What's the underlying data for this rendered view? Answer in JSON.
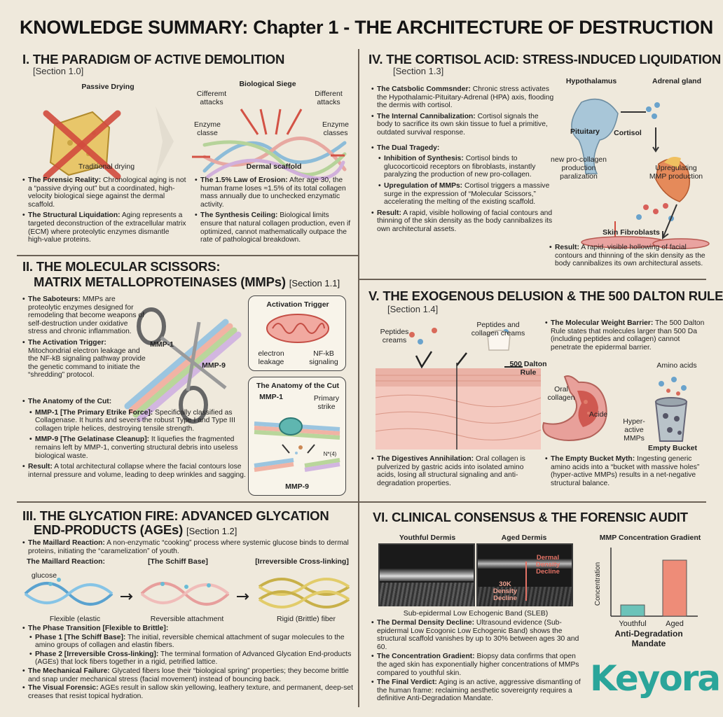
{
  "title": "KNOWLEDGE SUMMARY: Chapter 1 - THE ARCHITECTURE OF DESTRUCTION",
  "s1": {
    "title": "I. THE PARADIGM OF ACTIVE DEMOLITION",
    "section": "[Section 1.0]",
    "fig": {
      "passive": "Passive Drying",
      "traditional": "Traditional drying",
      "siege": "Biological Siege",
      "cifferent": "Cifferemt attacks",
      "different": "Different attacks",
      "enzyme_l": "Enzyme classe",
      "enzyme_r": "Enzyme classes",
      "scaffold": "Dermal scaffold"
    },
    "b1_h": "The Forensic Reality:",
    "b1": " Chronological aging is not a “passive drying out” but a coordinated, high-velocity biological siege against the dermal scaffold.",
    "b2_h": "The Structural Liquidation:",
    "b2": " Aging represents a targeted deconstruction of the extracellular matrix (ECM) where proteolytic enzymes dismantle high-value proteins.",
    "b3_h": "The 1.5% Law of Erosion:",
    "b3": " After age 30, the human frame loses ≈1.5% of its total collagen mass annually due to unchecked enzymatic activity.",
    "b4_h": "The Synthesis Ceiling:",
    "b4": " Biological limits ensure that natural collagen production, even if optimized, cannot mathematically outpace the rate of pathological breakdown."
  },
  "s2": {
    "title1": "II. THE MOLECULAR SCISSORS:",
    "title2": "MATRIX METALLOPROTEINASES (MMPs)",
    "section": "[Section 1.1]",
    "mmp1": "MMP-1",
    "mmp9": "MMP-9",
    "act_title": "Activation Trigger",
    "electron": "electron leakage",
    "nfkb": "NF-kB signaling",
    "anat_title": "The Anatomy of the Cut",
    "a_mmp1": "MMP-1",
    "primary": "Primary strike",
    "a_mmp9": "MMP-9",
    "n": "N*(4)",
    "b1_h": "The Saboteurs:",
    "b1": " MMPs are proteolytic enzymes designed for remodeling that become weapons of self-destruction under oxidative stress and chronic inflammation.",
    "b2_h": "The Activation Trigger:",
    "b2": " Mitochondrial electron leakage and the NF-kB signaling pathway provide the genetic command to initiate the “shredding” protocol.",
    "b3_h": "The Anatomy of the Cut:",
    "b3": "",
    "b4_h": "MMP-1 [The Primary Etrike Force]:",
    "b4": " Specifically classified as Collagenase. It hunts and severs the robust Type I and Type III collagen triple helices, destroying tensile strength.",
    "b5_h": "MMP-9 [The Gelatinase Cleanup]:",
    "b5": " It liquefies the fragmented remains left by MMP-1, converting structural debris into useless biological waste.",
    "b6_h": "Result:",
    "b6": " A total architectural collapse where the facial contours lose internal pressure and volume, leading to deep wrinkles and sagging."
  },
  "s3": {
    "title1": "III. THE GLYCATION FIRE: ADVANCED GLYCATION",
    "title2": "END-PRODUCTS (AGEs)",
    "section": "[Section 1.2]",
    "fig": {
      "maillard": "The Maillard Reaction:",
      "schiff": "[The Schiff Base]",
      "irrev": "[Irreversible Cross-linking]",
      "glucose": "glucose",
      "flexible": "Flexible (elastic",
      "reversible": "Reversible attachment",
      "rigid": "Rigid (Brittle) fiber"
    },
    "b1_h": "The Maillard Reaction:",
    "b1": " A non-enzymatic “cooking” process where systemic glucose binds to dermal proteins, initiating the “caramelization” of youth.",
    "b2_h": "The Phase Transition [Flexible to Brittle]:",
    "b2": "",
    "b3_h": "Phase 1 [The Schiff Base]:",
    "b3": " The initial, reversible chemical attachment of sugar molecules to the amino groups of collagen and elastin fibers.",
    "b4_h": "Phase 2 [Irreversible Cross-linking]:",
    "b4": " The terminal formation of Advanced Glycation End-products (AGEs) that lock fibers together in a rigid, petrified lattice.",
    "b5_h": "The Mechanical Failure:",
    "b5": " Glycated fibers lose their “biological spring” properties; they become brittle and snap under mechanical stress (facial movement) instead of bouncing back.",
    "b6_h": "The Visual Forensic:",
    "b6": " AGEs result in sallow skin yellowing, leathery texture, and permanent, deep-set creases that resist topical hydration."
  },
  "s4": {
    "title": "IV. THE CORTISOL ACID: STRESS-INDUCED LIQUIDATION",
    "section": "[Section 1.3]",
    "fig": {
      "hypo": "Hypothalamus",
      "adrenal": "Adrenal gland",
      "pituitary": "Pituitary",
      "cortisol": "Cortisol",
      "newpro": "new pro-collagen production paralization",
      "upreg": "Upregulating MMP production",
      "fibro": "Skin Fibroblasts"
    },
    "b1_h": "The Catsbolic Commsnder:",
    "b1": " Chronic stress activates the Hypothalamic-Pituitary-Adrenal (HPA) axis, flooding the dermis with cortisol.",
    "b2_h": "The Internal Cannibalization:",
    "b2": " Cortisol signals the body to sacrifice its own skin tissue to fuel a primitive, outdated survival response.",
    "b3_h": "The Dual Tragedy:",
    "b3": "",
    "b4_h": "Inhibition of Synthesis:",
    "b4": " Cortisol binds to glucocorticoid receptors on fibroblasts, instantly paralyzing the production of new pro-collagen.",
    "b5_h": "Upregulation of MMPs:",
    "b5": " Cortisol triggers a massive surge in the expression of “Molecular Scissors,” accelerating the melting of the existing scaffold.",
    "b6_h": "Result:",
    "b6": " A rapid, visible hollowing of facial contours and thinning of the skin density as the body cannibalizes its own architectural assets.",
    "b7_h": "Result:",
    "b7": " A rapid, visible hollowing of facial contours and thinning of the skin density as the body cannibalizes its own architectural assets."
  },
  "s5": {
    "title": "V. THE EXOGENOUS DELUSION & THE 500 DALTON RULE",
    "section": "[Section 1.4]",
    "fig": {
      "peptides": "Peptides creams",
      "peptcoll": "Peptides and collagen creams",
      "dalton": "500 Dalton Rule",
      "oral": "Oral collagen",
      "acids": "Acide",
      "amino": "Amino acids",
      "hyper": "Hyper-active MMPs",
      "bucket": "Empty Bucket"
    },
    "b1_h": "The Molecular Weight Barrier:",
    "b1": " The 500 Dalton Rule states that molecules larger than 500 Da (including peptides and collagen) cannot penetrate the epidermal barrier.",
    "b2_h": "The Digestives Annihilation:",
    "b2": " Oral collagen is pulverized by gastric acids into isolated amino acids, losing all structural signaling and anti-degradation properties.",
    "b3_h": "The Empty Bucket Myth:",
    "b3": " Ingesting generic amino acids into a “bucket with massive holes” (hyper-active MMPs) results in a net-negative structural balance."
  },
  "s6": {
    "title": "VI. CLINICAL CONSENSUS & THE FORENSIC AUDIT",
    "youthful": "Youthful Dermis",
    "aged": "Aged Dermis",
    "decline": "Dermal Density Decline",
    "decline30": "30K Density Decline",
    "sleb": "Sub-epidermal Low Echogenic Band (SLEB)",
    "mandate": "Anti-Degradation Mandate",
    "b1_h": "The Dermal Density Decline:",
    "b1": " Ultrasound evidence (Sub-epidermal Low Ecogonic Low Echogenic Band) shows the structural scaffold vanishes by up to 30% between ages 30 and 60.",
    "b2_h": "The Concentration Gradient:",
    "b2": " Biopsy data confirms that open the aged skin has exponentially higher concentrations of MMPs compared to youthful skin.",
    "b3_h": "The Final Verdict:",
    "b3": " Aging is an active, aggressive dismantling of the human frame: reclaiming aesthetic sovereignty requires a definitive Anti-Degradation Mandate."
  },
  "chart_data": {
    "type": "bar",
    "title": "MMP Concentration Gradient",
    "categories": [
      "Youthful",
      "Aged"
    ],
    "values": [
      2,
      10
    ],
    "ylabel": "Concentration",
    "ylim": [
      0,
      12
    ],
    "colors": [
      "#6cc3b9",
      "#ee8c78"
    ]
  },
  "logo": "Keyora"
}
